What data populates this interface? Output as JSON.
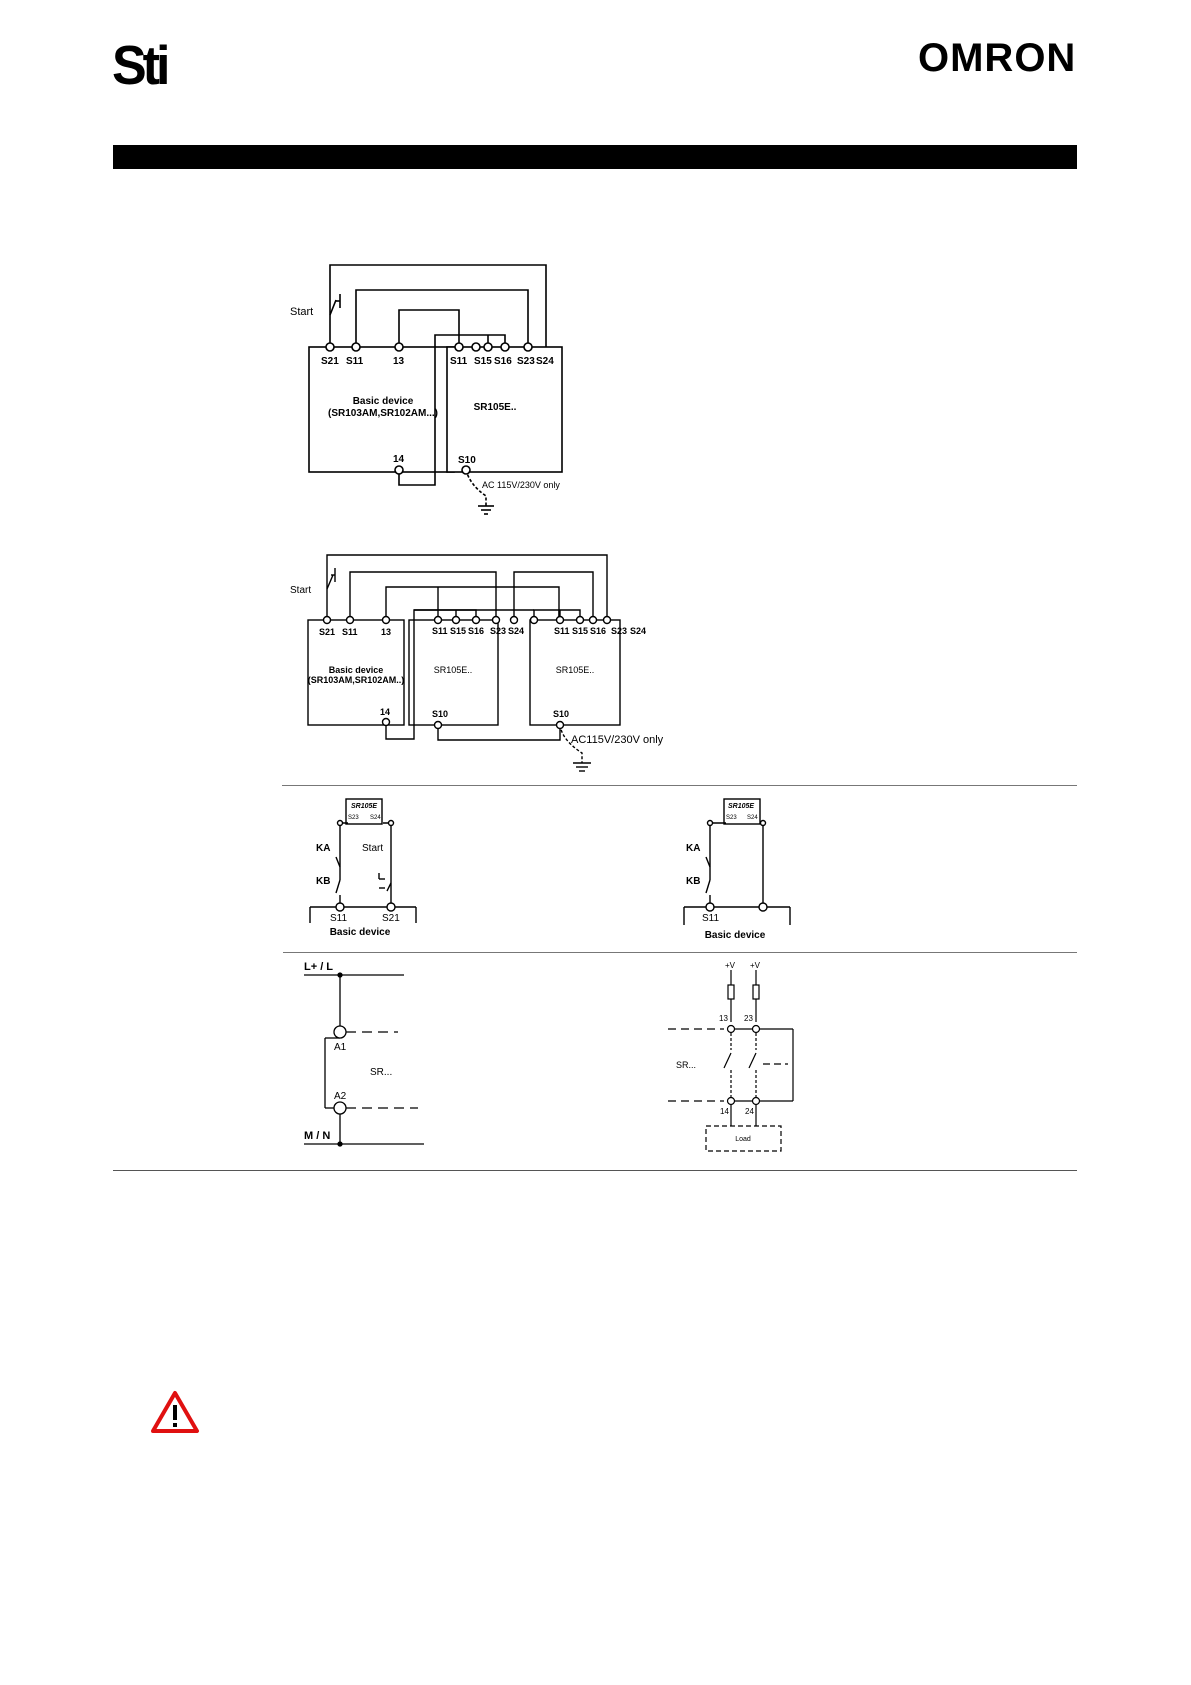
{
  "header": {
    "left_logo": "Sti",
    "right_logo": "OMRON"
  },
  "diagram1": {
    "start": "Start",
    "basic_terminals": [
      "S21",
      "S11",
      "13",
      "14"
    ],
    "basic_label_1": "Basic device",
    "basic_label_2": "(SR103AM,SR102AM...)",
    "ext_terminals": [
      "S11",
      "S15",
      "S16",
      "S23",
      "S24",
      "S10"
    ],
    "ext_label": "SR105E..",
    "ac_note": "AC 115V/230V only"
  },
  "diagram2": {
    "start": "Start",
    "basic_terminals": [
      "S21",
      "S11",
      "13",
      "14"
    ],
    "basic_label_1": "Basic device",
    "basic_label_2": "(SR103AM,SR102AM..)",
    "ext_terminals": [
      "S11",
      "S15",
      "S16",
      "S23",
      "S24",
      "S10"
    ],
    "ext_label": "SR105E..",
    "ac_note": "AC115V/230V only"
  },
  "diagram3": {
    "module": "SR105E",
    "terms": [
      "S23",
      "S24"
    ],
    "ka": "KA",
    "kb": "KB",
    "start": "Start",
    "bottom_terms": [
      "S11",
      "S21"
    ],
    "device": "Basic device"
  },
  "diagram4": {
    "module": "SR105E",
    "terms": [
      "S23",
      "S24"
    ],
    "ka": "KA",
    "kb": "KB",
    "bottom_terms": [
      "S11"
    ],
    "device": "Basic device"
  },
  "diagram5": {
    "top_rail": "L+ / L",
    "a1": "A1",
    "a2": "A2",
    "sr": "SR...",
    "bottom_rail": "M / N"
  },
  "diagram6": {
    "supply": [
      "+V",
      "+V"
    ],
    "top_terms": [
      "13",
      "23"
    ],
    "sr": "SR...",
    "bottom_terms": [
      "14",
      "24"
    ],
    "load": "Load"
  },
  "warning_icon": "warning-triangle-icon"
}
